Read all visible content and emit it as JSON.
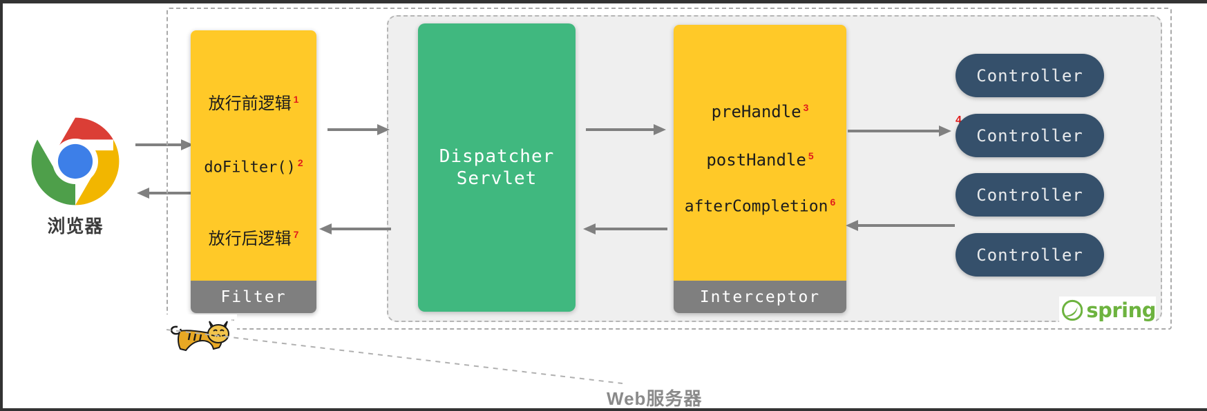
{
  "diagram": {
    "title": "Spring MVC Filter and Interceptor execution flow",
    "browser": {
      "label": "浏览器",
      "icon": "chrome-logo"
    },
    "web_server": {
      "caption": "Web服务器",
      "server_icon": "tomcat-logo"
    },
    "spring_container": {
      "logo_text": "spring",
      "logo_icon": "spring-leaf-icon"
    },
    "filter": {
      "footer_label": "Filter",
      "steps": [
        {
          "text": "放行前逻辑",
          "order": "1",
          "cjk": true
        },
        {
          "text": "doFilter()",
          "order": "2",
          "cjk": false
        },
        {
          "text": "放行后逻辑",
          "order": "7",
          "cjk": true
        }
      ]
    },
    "dispatcher": {
      "label": "Dispatcher\nServlet"
    },
    "interceptor": {
      "footer_label": "Interceptor",
      "steps": [
        {
          "text": "preHandle",
          "order": "3"
        },
        {
          "text": "postHandle",
          "order": "5"
        },
        {
          "text": "afterCompletion",
          "order": "6"
        }
      ]
    },
    "controllers": {
      "label": "Controller",
      "count": 4,
      "entry_order": "4",
      "items": [
        {
          "label": "Controller"
        },
        {
          "label": "Controller"
        },
        {
          "label": "Controller"
        },
        {
          "label": "Controller"
        }
      ]
    },
    "colors": {
      "filter_yellow": "#ffc928",
      "interceptor_yellow": "#ffc928",
      "footer_gray": "#7f7f7f",
      "dispatcher_green": "#40b87f",
      "controller_navy": "#35506b",
      "arrow_gray": "#808080",
      "order_red": "#e01b1b",
      "spring_green": "#6db33f",
      "panel_gray": "#efefef",
      "dashed_border": "#a9a9a9"
    },
    "arrows": [
      {
        "name": "browser-to-filter-request",
        "direction": "right"
      },
      {
        "name": "filter-to-browser-response",
        "direction": "left"
      },
      {
        "name": "filter-to-dispatcher-request",
        "direction": "right"
      },
      {
        "name": "dispatcher-to-filter-response",
        "direction": "left"
      },
      {
        "name": "dispatcher-to-interceptor-request",
        "direction": "right"
      },
      {
        "name": "interceptor-to-dispatcher-response",
        "direction": "left"
      },
      {
        "name": "interceptor-to-controller-request",
        "direction": "right"
      },
      {
        "name": "controller-to-interceptor-response",
        "direction": "left"
      }
    ]
  }
}
